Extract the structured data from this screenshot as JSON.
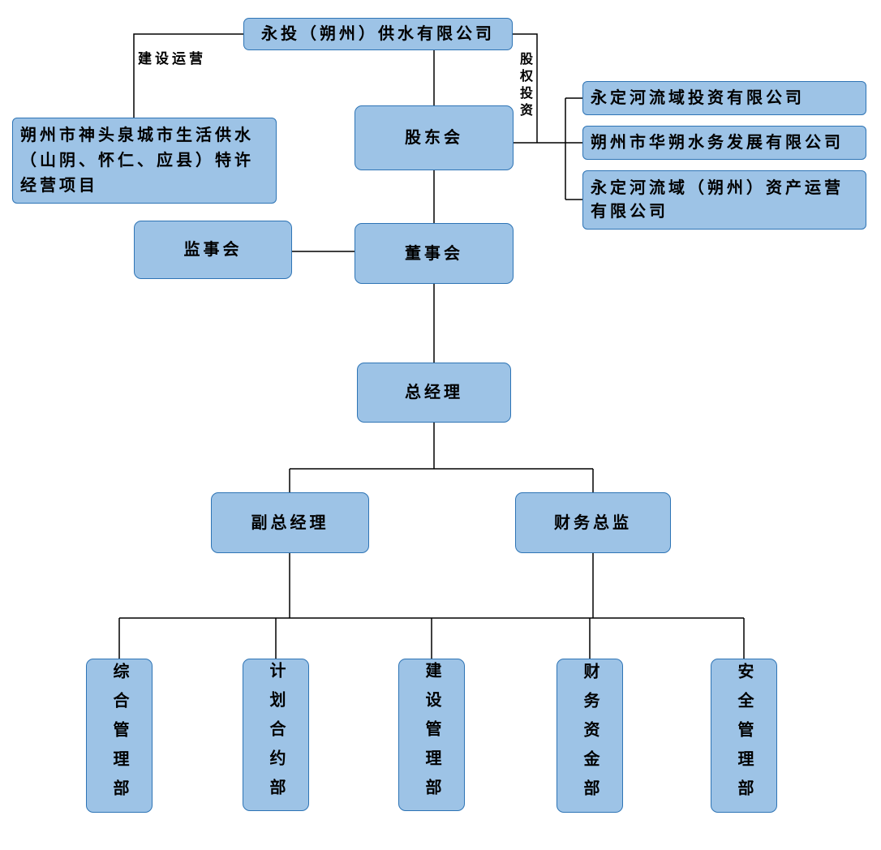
{
  "org_chart": {
    "root": "永投（朔州）供水有限公司",
    "edge_labels": {
      "left": "建设运营",
      "right": "股权投资"
    },
    "project": "朔州市神头泉城市生活供水（山阴、怀仁、应县）特许经营项目",
    "governance": {
      "shareholders": "股东会",
      "supervisory": "监事会",
      "board": "董事会",
      "gm": "总经理",
      "deputy_gm": "副总经理",
      "cfo": "财务总监"
    },
    "subsidiaries": [
      "永定河流域投资有限公司",
      "朔州市华朔水务发展有限公司",
      "永定河流域（朔州）资产运营有限公司"
    ],
    "departments": [
      "综合管理部",
      "计划合约部",
      "建设管理部",
      "财务资金部",
      "安全管理部"
    ],
    "colors": {
      "box_fill": "#9DC3E6",
      "box_border": "#2E74B5",
      "line": "#000000"
    }
  }
}
